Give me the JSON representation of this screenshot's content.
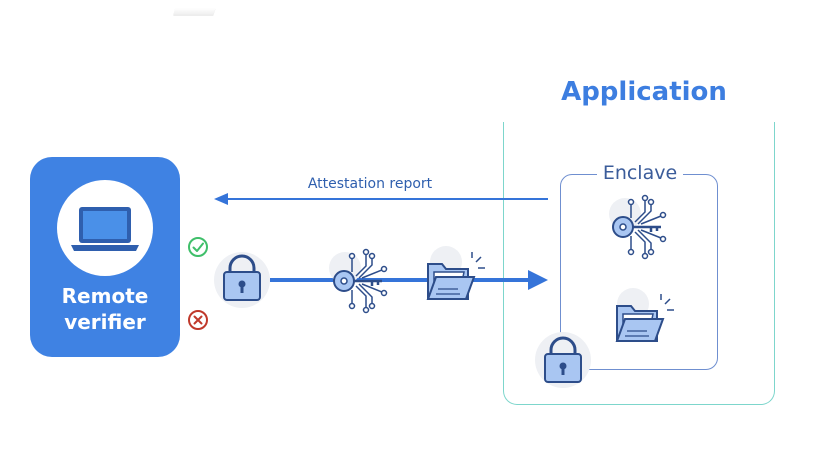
{
  "application": {
    "title": "Application"
  },
  "enclave": {
    "label": "Enclave"
  },
  "verifier": {
    "line1": "Remote",
    "line2": "verifier"
  },
  "flow": {
    "attestation_label": "Attestation report"
  },
  "icons": {
    "laptop": "laptop-icon",
    "lock": "lock-icon",
    "key": "circuit-key-icon",
    "folder": "open-folder-icon",
    "check": "check-circle-icon",
    "cross": "x-circle-icon"
  },
  "colors": {
    "accent_blue": "#3f82e3",
    "app_border": "#7dd6cc",
    "enclave_border": "#6f8fd0",
    "arrow": "#3574d9",
    "success": "#3fbf6a",
    "error": "#c0392b"
  }
}
